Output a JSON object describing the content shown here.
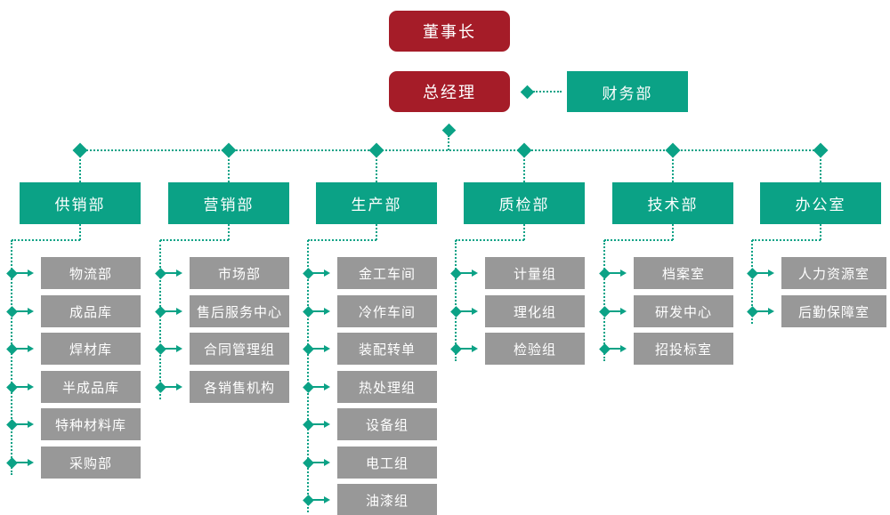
{
  "colors": {
    "red": "#A51C28",
    "teal": "#0BA286",
    "gray": "#989898",
    "text": "#FFFFFF"
  },
  "top": {
    "chairman": "董事长",
    "general_manager": "总经理",
    "finance": "财务部"
  },
  "departments": [
    {
      "label": "供销部",
      "children": [
        "物流部",
        "成品库",
        "焊材库",
        "半成品库",
        "特种材料库",
        "采购部"
      ]
    },
    {
      "label": "营销部",
      "children": [
        "市场部",
        "售后服务中心",
        "合同管理组",
        "各销售机构"
      ]
    },
    {
      "label": "生产部",
      "children": [
        "金工车间",
        "冷作车间",
        "装配转单",
        "热处理组",
        "设备组",
        "电工组",
        "油漆组"
      ]
    },
    {
      "label": "质检部",
      "children": [
        "计量组",
        "理化组",
        "检验组"
      ]
    },
    {
      "label": "技术部",
      "children": [
        "档案室",
        "研发中心",
        "招投标室"
      ]
    },
    {
      "label": "办公室",
      "children": [
        "人力资源室",
        "后勤保障室"
      ]
    }
  ]
}
